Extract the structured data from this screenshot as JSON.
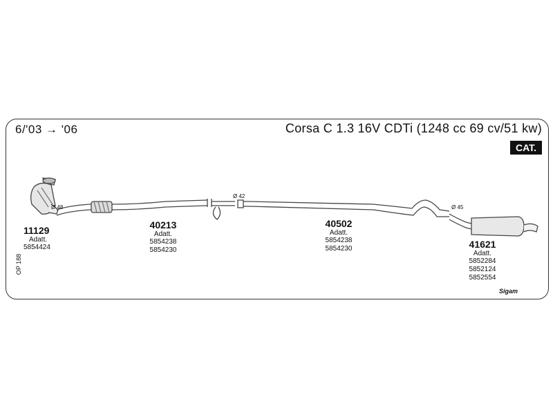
{
  "header": {
    "date_range": "6/'03 → '06",
    "model": "Corsa C 1.3 16V CDTi (1248 cc 69 cv/51 kw)",
    "badge": "CAT."
  },
  "diameters": {
    "d1": "Ø 48",
    "d2": "Ø 42",
    "d3": "Ø 45"
  },
  "parts": [
    {
      "number": "11129",
      "adatt_label": "Adatt.",
      "refs": [
        "5854424"
      ]
    },
    {
      "number": "40213",
      "adatt_label": "Adatt.",
      "refs": [
        "5854238",
        "5854230"
      ]
    },
    {
      "number": "40502",
      "adatt_label": "Adatt.",
      "refs": [
        "5854238",
        "5854230"
      ]
    },
    {
      "number": "41621",
      "adatt_label": "Adatt.",
      "refs": [
        "5852284",
        "5852124",
        "5852554"
      ]
    }
  ],
  "footer": {
    "op_code": "OP 188",
    "brand": "Sigam"
  }
}
